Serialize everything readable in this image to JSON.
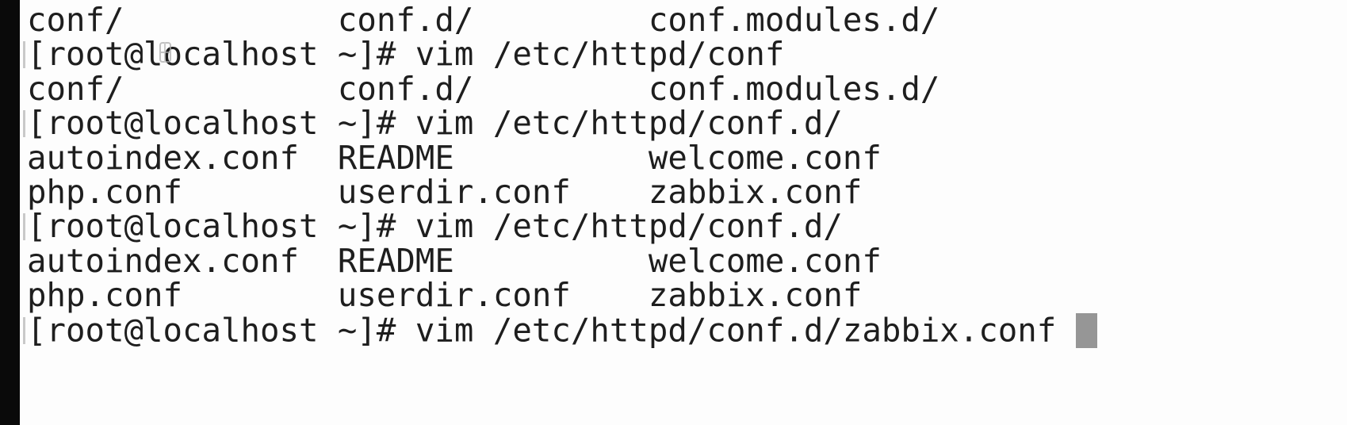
{
  "terminal": {
    "colors": {
      "background": "#fdfdfd",
      "text": "#1e1e1e",
      "edge_bar": "#0a0a0a",
      "cursor": "#969696",
      "prompt_ghost": "#c9c9c9"
    },
    "prompt": "[root@localhost ~]#",
    "lines": [
      {
        "text": "conf/           conf.d/         conf.modules.d/",
        "prompt": false,
        "has_cursor": false
      },
      {
        "text": "[root@localhost ~]# vim /etc/httpd/conf",
        "prompt": true,
        "has_cursor": false
      },
      {
        "text": "conf/           conf.d/         conf.modules.d/",
        "prompt": false,
        "has_cursor": false
      },
      {
        "text": "[root@localhost ~]# vim /etc/httpd/conf.d/",
        "prompt": true,
        "has_cursor": false
      },
      {
        "text": "autoindex.conf  README          welcome.conf",
        "prompt": false,
        "has_cursor": false
      },
      {
        "text": "php.conf        userdir.conf    zabbix.conf",
        "prompt": false,
        "has_cursor": false
      },
      {
        "text": "[root@localhost ~]# vim /etc/httpd/conf.d/",
        "prompt": true,
        "has_cursor": false
      },
      {
        "text": "autoindex.conf  README          welcome.conf",
        "prompt": false,
        "has_cursor": false
      },
      {
        "text": "php.conf        userdir.conf    zabbix.conf",
        "prompt": false,
        "has_cursor": false
      },
      {
        "text": "[root@localhost ~]# vim /etc/httpd/conf.d/zabbix.conf ",
        "prompt": true,
        "has_cursor": true
      }
    ]
  }
}
